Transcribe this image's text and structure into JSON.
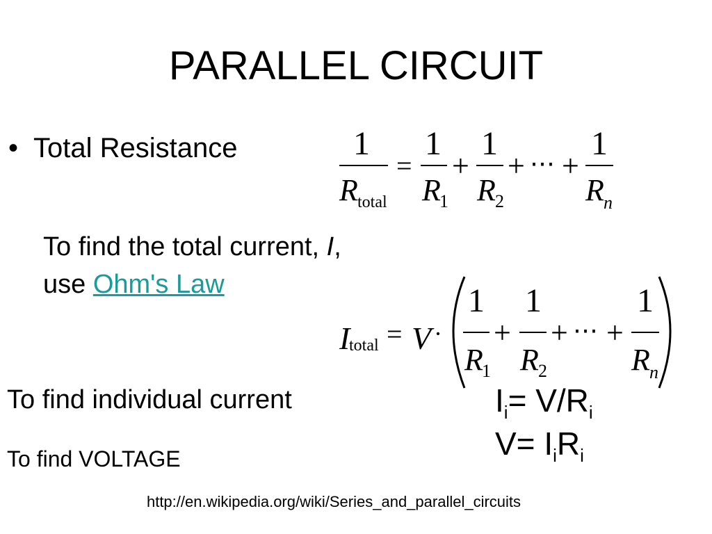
{
  "slide": {
    "title": "PARALLEL CIRCUIT",
    "bullet_glyph": "•",
    "bullet_text": "Total Resistance",
    "current_line1_text": "To find the total current, ",
    "current_variable": "I",
    "current_line1_tail": ",",
    "current_line2_text": "use ",
    "ohms_law_link": "Ohm's Law",
    "individual_current_text": "To find individual current",
    "voltage_text": "To find VOLTAGE",
    "source_url": "http://en.wikipedia.org/wiki/Series_and_parallel_circuits"
  },
  "formula_resistance": {
    "lhs_numerator": "1",
    "lhs_denominator": "R",
    "lhs_subscript": "total",
    "equals": "=",
    "terms": [
      {
        "numerator": "1",
        "denominator": "R",
        "subscript": "1"
      },
      {
        "numerator": "1",
        "denominator": "R",
        "subscript": "2"
      },
      {
        "numerator": "1",
        "denominator": "R",
        "subscript": "n"
      }
    ],
    "plus": "+",
    "ellipsis": "⋯"
  },
  "formula_current": {
    "lhs": "I",
    "lhs_subscript": "total",
    "equals": "=",
    "voltage": "V",
    "dot": "·",
    "terms": [
      {
        "numerator": "1",
        "denominator": "R",
        "subscript": "1"
      },
      {
        "numerator": "1",
        "denominator": "R",
        "subscript": "2"
      },
      {
        "numerator": "1",
        "denominator": "R",
        "subscript": "n"
      }
    ],
    "plus": "+",
    "ellipsis": "⋯"
  },
  "ohm_equations": {
    "eq1": {
      "current": "I",
      "current_sub": "i",
      "equals": "= V/R",
      "resistance_sub": "i"
    },
    "eq2": {
      "voltage": "V= I",
      "current_sub": "i",
      "resistance": "R",
      "resistance_sub": "i"
    }
  }
}
